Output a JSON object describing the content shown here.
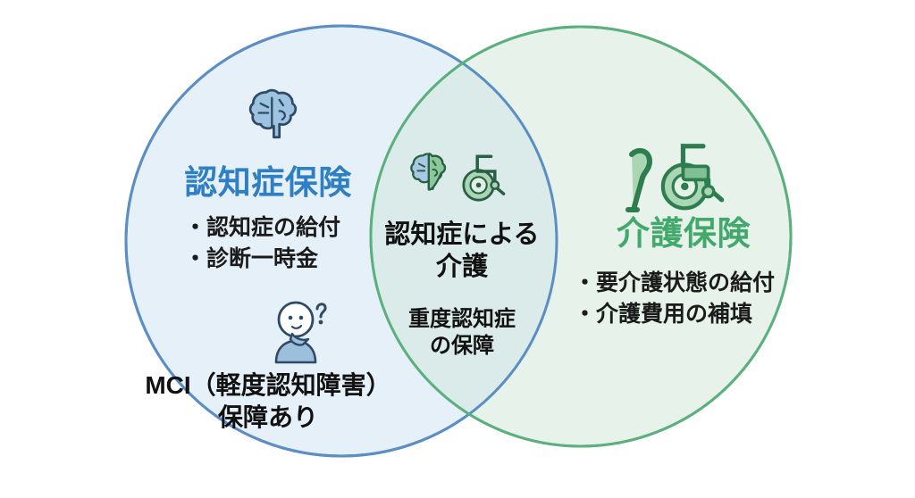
{
  "diagram": {
    "type": "venn",
    "title_visible": false,
    "background_color": "#ffffff",
    "left_circle": {
      "name": "dementia-insurance",
      "heading": "認知症保険",
      "heading_color": "#2f7fc4",
      "fill_color": "#e4eff8",
      "stroke_color": "#5b8ec4",
      "bullets": [
        "・認知症の給付",
        "・診断一時金"
      ],
      "note_lines": [
        "MCI（軽度認知障害）",
        "保障あり"
      ],
      "icons": [
        {
          "name": "brain-icon",
          "color": "#8fb8d8"
        },
        {
          "name": "thinking-person-icon",
          "color": "#9cc0dc"
        }
      ]
    },
    "overlap": {
      "name": "dementia-care-overlap",
      "heading_lines": [
        "認知症による",
        "介護"
      ],
      "sub_lines": [
        "重度認知症",
        "の保障"
      ],
      "text_color": "#111111",
      "fill_color": "#dcecea",
      "icons": [
        {
          "name": "half-brain-icon",
          "color_left": "#a8c8e4",
          "color_right": "#8cc79a"
        },
        {
          "name": "wheelchair-icon",
          "color": "#8cc79a"
        }
      ]
    },
    "right_circle": {
      "name": "nursing-care-insurance",
      "heading": "介護保険",
      "heading_color": "#43a86b",
      "fill_color": "#e3f1e7",
      "stroke_color": "#5bb07d",
      "bullets": [
        "・要介護状態の給付",
        "・介護費用の補填"
      ],
      "icons": [
        {
          "name": "walking-cane-icon",
          "color": "#6fb98a"
        },
        {
          "name": "wheelchair-icon",
          "color": "#6fb98a"
        }
      ]
    }
  }
}
